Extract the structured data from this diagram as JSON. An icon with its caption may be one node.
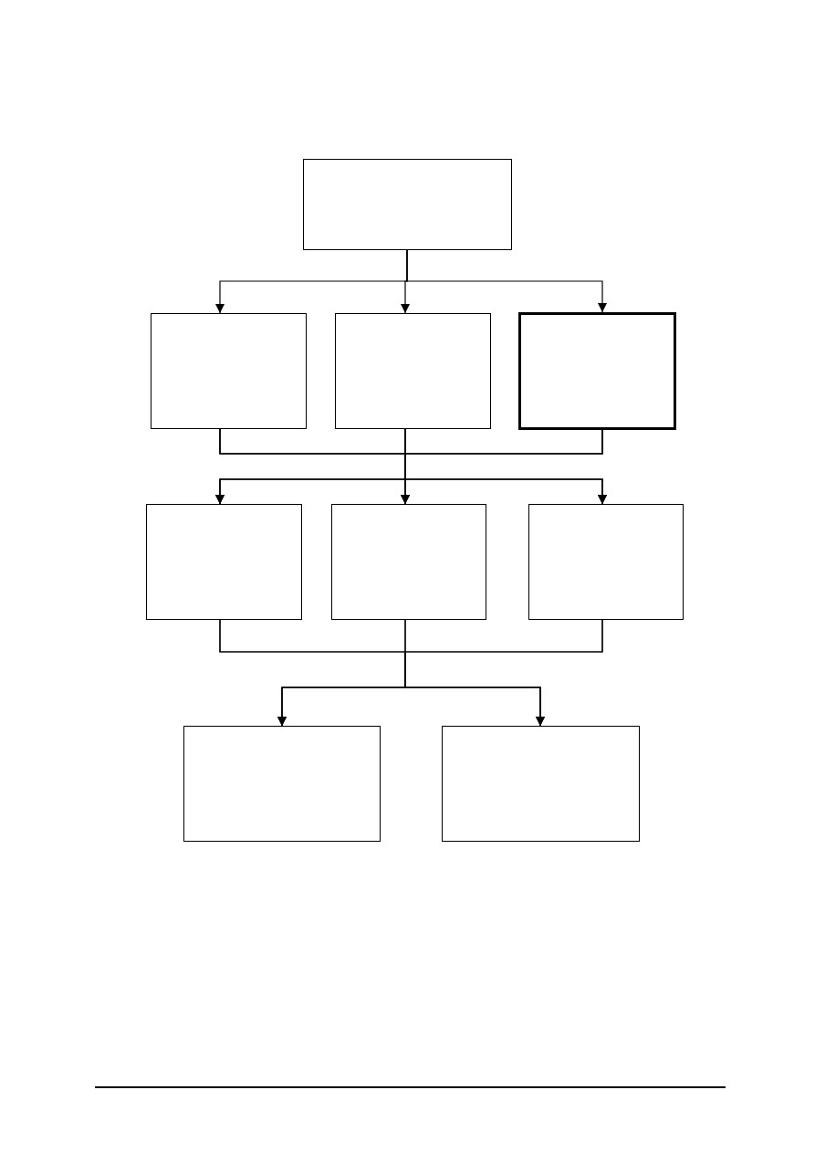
{
  "diagram": {
    "nodes": [
      {
        "text": [],
        "shape": "box"
      },
      {
        "text": [],
        "shape": "box"
      },
      {
        "text": [],
        "shape": "box"
      },
      {
        "text": [],
        "shape": "box"
      },
      {
        "text": [],
        "shape": "box"
      },
      {
        "text": [],
        "shape": "box"
      },
      {
        "text": [],
        "shape": "box"
      },
      {
        "text": [],
        "shape": "box"
      },
      {
        "text": [],
        "shape": "box"
      }
    ],
    "edges": [
      {
        "from": 0,
        "to": 1,
        "arrow": "to"
      },
      {
        "from": 0,
        "to": 2,
        "arrow": "to"
      },
      {
        "from": 0,
        "to": 3,
        "arrow": "to"
      },
      {
        "from": 1,
        "to": 4,
        "arrow": "to"
      },
      {
        "from": 1,
        "to": 5,
        "arrow": "to"
      },
      {
        "from": 1,
        "to": 6,
        "arrow": "to"
      },
      {
        "from": 2,
        "to": 4,
        "arrow": "to"
      },
      {
        "from": 2,
        "to": 5,
        "arrow": "to"
      },
      {
        "from": 2,
        "to": 6,
        "arrow": "to"
      },
      {
        "from": 3,
        "to": 4,
        "arrow": "to"
      },
      {
        "from": 3,
        "to": 5,
        "arrow": "to"
      },
      {
        "from": 3,
        "to": 6,
        "arrow": "to"
      },
      {
        "from": 4,
        "to": 7,
        "arrow": "to"
      },
      {
        "from": 4,
        "to": 8,
        "arrow": "to"
      },
      {
        "from": 5,
        "to": 7,
        "arrow": "to"
      },
      {
        "from": 5,
        "to": 8,
        "arrow": "to"
      },
      {
        "from": 6,
        "to": 7,
        "arrow": "to"
      },
      {
        "from": 6,
        "to": 8,
        "arrow": "to"
      }
    ]
  }
}
